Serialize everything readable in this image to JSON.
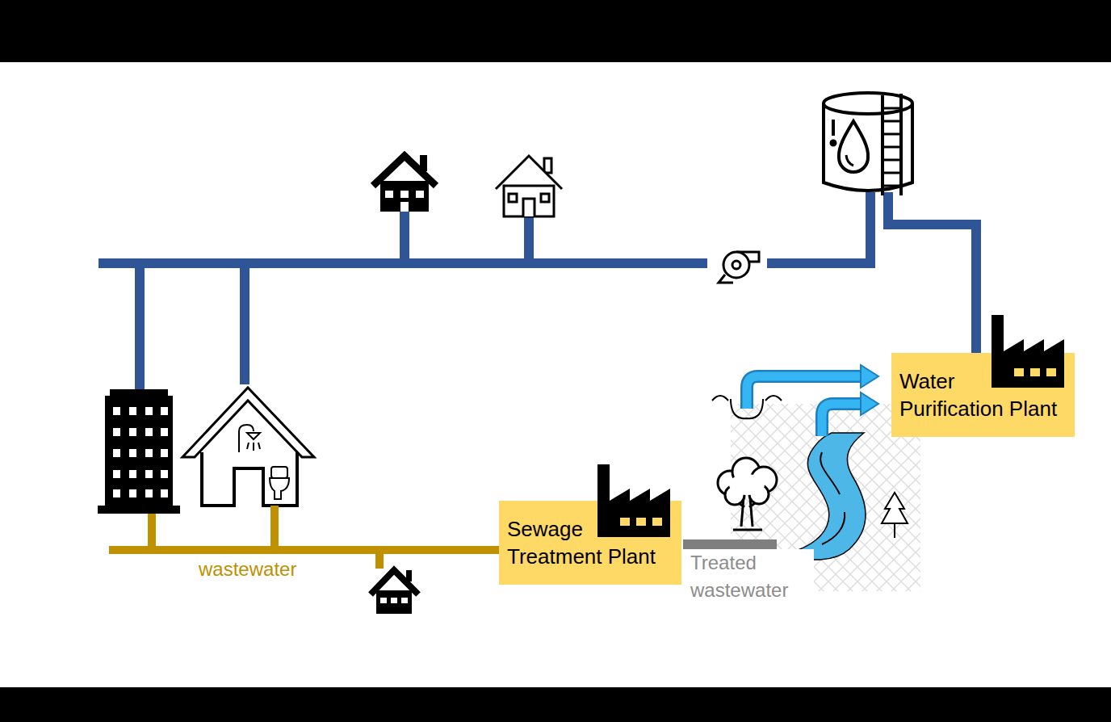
{
  "diagram": {
    "nodes": [
      {
        "text": [
          "Water Purification Plant"
        ]
      },
      {
        "text": [
          "Sewage Treatment Plant"
        ]
      }
    ],
    "labels": [
      "wastewater",
      "Treated wastewater"
    ]
  }
}
